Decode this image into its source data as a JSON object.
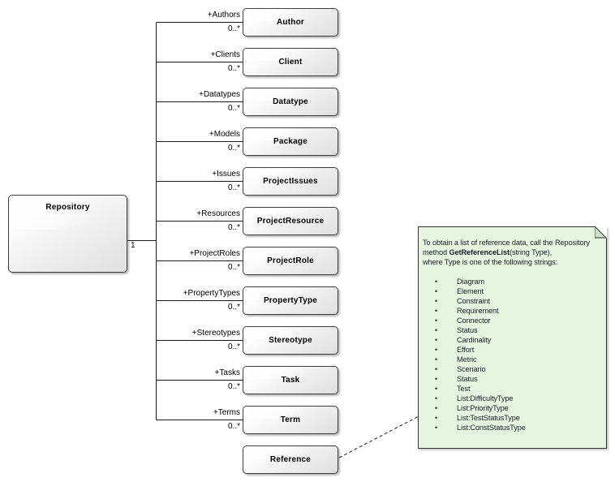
{
  "repository": {
    "name": "Repository",
    "multiplicity": "1"
  },
  "classes": [
    {
      "name": "Author",
      "role": "+Authors",
      "multiplicity": "0..*"
    },
    {
      "name": "Client",
      "role": "+Clients",
      "multiplicity": "0..*"
    },
    {
      "name": "Datatype",
      "role": "+Datatypes",
      "multiplicity": "0..*"
    },
    {
      "name": "Package",
      "role": "+Models",
      "multiplicity": "0..*"
    },
    {
      "name": "ProjectIssues",
      "role": "+Issues",
      "multiplicity": "0..*"
    },
    {
      "name": "ProjectResource",
      "role": "+Resources",
      "multiplicity": "0..*"
    },
    {
      "name": "ProjectRole",
      "role": "+ProjectRoles",
      "multiplicity": "0..*"
    },
    {
      "name": "PropertyType",
      "role": "+PropertyTypes",
      "multiplicity": "0..*"
    },
    {
      "name": "Stereotype",
      "role": "+Stereotypes",
      "multiplicity": "0..*"
    },
    {
      "name": "Task",
      "role": "+Tasks",
      "multiplicity": "0..*"
    },
    {
      "name": "Term",
      "role": "+Terms",
      "multiplicity": "0..*"
    },
    {
      "name": "Reference",
      "role": "",
      "multiplicity": ""
    }
  ],
  "note": {
    "bg_color": "#e5f5e0",
    "line1": "To obtain a list of reference data, call the Repository",
    "line2_prefix": "method ",
    "line2_bold": "GetReferenceList",
    "line2_suffix": "(string Type),",
    "line3": "where Type is one of the following strings:",
    "bullet_char": "•",
    "bullets": [
      "Diagram",
      "Element",
      "Constraint",
      "Requirement",
      "Connector",
      "Status",
      "Cardinality",
      "Effort",
      "Metric",
      "Scenario",
      "Status",
      "Test",
      "List:DifficultyType",
      "List:PriorityType",
      "List:TestStatusType",
      "List:ConstStatusType"
    ]
  }
}
